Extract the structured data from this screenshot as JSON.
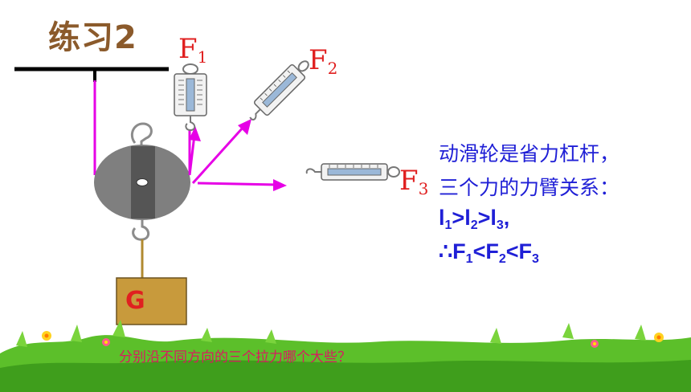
{
  "title": "练习2",
  "force_labels": [
    {
      "name": "F",
      "sub": "1"
    },
    {
      "name": "F",
      "sub": "2"
    },
    {
      "name": "F",
      "sub": "3"
    }
  ],
  "weight_label": "G",
  "explanation": {
    "line1": "动滑轮是省力杠杆，",
    "line2": "三个力的力臂关系：",
    "arms": {
      "s1": "l",
      "n1": "1",
      "s2": ">l",
      "n2": "2",
      "s3": ">l",
      "n3": "3",
      "tail": ","
    },
    "forces": {
      "s1": "∴F",
      "n1": "1",
      "s2": "<F",
      "n2": "2",
      "s3": "<F",
      "n3": "3"
    }
  },
  "question": "分别沿不同方向的三个拉力哪个大些？",
  "colors": {
    "rope": "#e600e6",
    "arrow": "#e600e6",
    "pulley": "#7f7f7f",
    "weight_fill": "#c89a3c",
    "title": "#8b5a2b",
    "label": "#e02020",
    "text": "#1f1fd6",
    "grass": "#5cbf2a"
  },
  "icons": [
    "spring-scale-icon",
    "hook-icon",
    "pulley-icon",
    "grass-border",
    "flower-icon"
  ]
}
